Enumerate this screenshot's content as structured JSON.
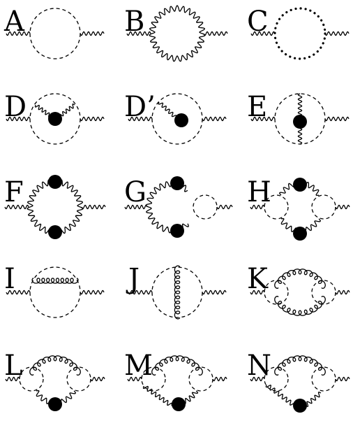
{
  "diagrams": [
    {
      "id": "A",
      "label": "A"
    },
    {
      "id": "B",
      "label": "B"
    },
    {
      "id": "C",
      "label": "C"
    },
    {
      "id": "D",
      "label": "D"
    },
    {
      "id": "D2",
      "label": "D’"
    },
    {
      "id": "E",
      "label": "E"
    },
    {
      "id": "F",
      "label": "F"
    },
    {
      "id": "G",
      "label": "G"
    },
    {
      "id": "H",
      "label": "H"
    },
    {
      "id": "I",
      "label": "I"
    },
    {
      "id": "J",
      "label": "J"
    },
    {
      "id": "K",
      "label": "K"
    },
    {
      "id": "L",
      "label": "L"
    },
    {
      "id": "M",
      "label": "M"
    },
    {
      "id": "N",
      "label": "N"
    }
  ]
}
